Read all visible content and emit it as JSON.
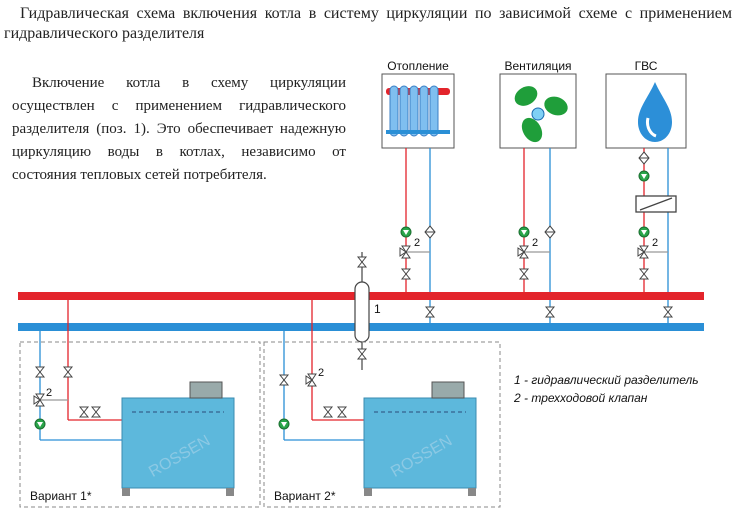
{
  "title": "Гидравлическая схема включения котла в систему циркуляции по зависимой схеме с применением гидравлического разделителя",
  "description": "Включение котла в схему циркуляции осуществлен с применением гидравлического разделителя (поз. 1). Это обеспечивает надежную циркуляцию воды в котлах, независимо от состояния тепловых сетей потребителя.",
  "consumers": [
    {
      "label": "Отопление",
      "icon": "radiator-icon"
    },
    {
      "label": "Вентиляция",
      "icon": "fan-icon"
    },
    {
      "label": "ГВС",
      "icon": "water-drop-icon"
    }
  ],
  "valve_number": "2",
  "separator_number": "1",
  "variants": [
    {
      "label": "Вариант 1*"
    },
    {
      "label": "Вариант 2*"
    }
  ],
  "legend": [
    "1 - гидравлический разделитель",
    "2 - трехходовой клапан"
  ],
  "watermark": "ROSSEN",
  "colors": {
    "supply": "#e3242b",
    "return": "#2a8fd6",
    "boiler": "#5db8dc",
    "pump": "#2aa54a",
    "fan": "#1f9e3a",
    "drop": "#2c8fd8",
    "radiator": "#5aa9e6"
  }
}
